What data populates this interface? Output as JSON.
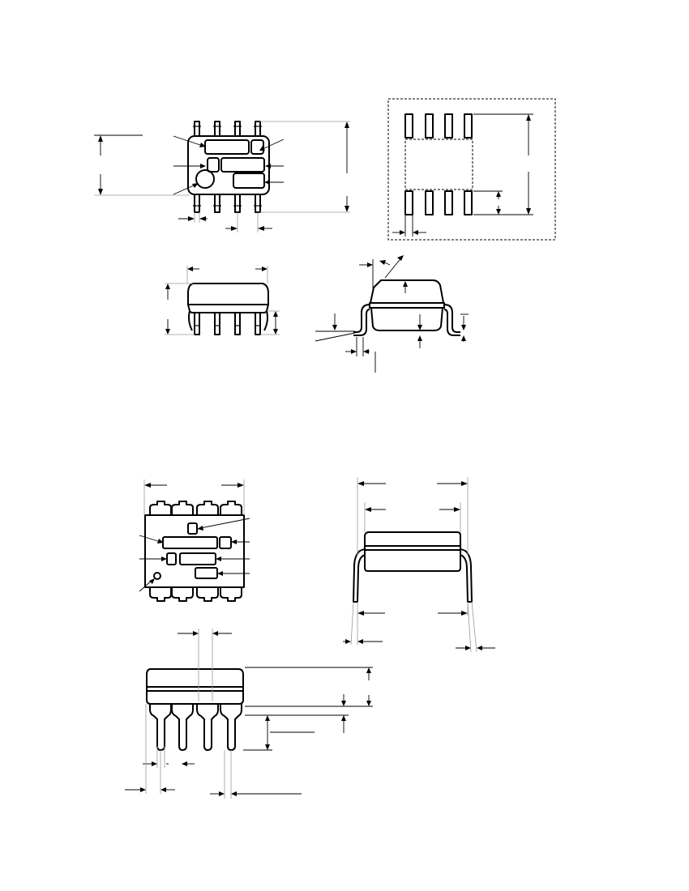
{
  "figure": {
    "views": [
      "soic-top",
      "soic-land-pattern",
      "soic-end",
      "soic-side",
      "dip-top",
      "dip-side-wide",
      "dip-end"
    ],
    "line_color": "#000000",
    "extension_line_color": "#9a9a9a",
    "background": "#ffffff"
  }
}
